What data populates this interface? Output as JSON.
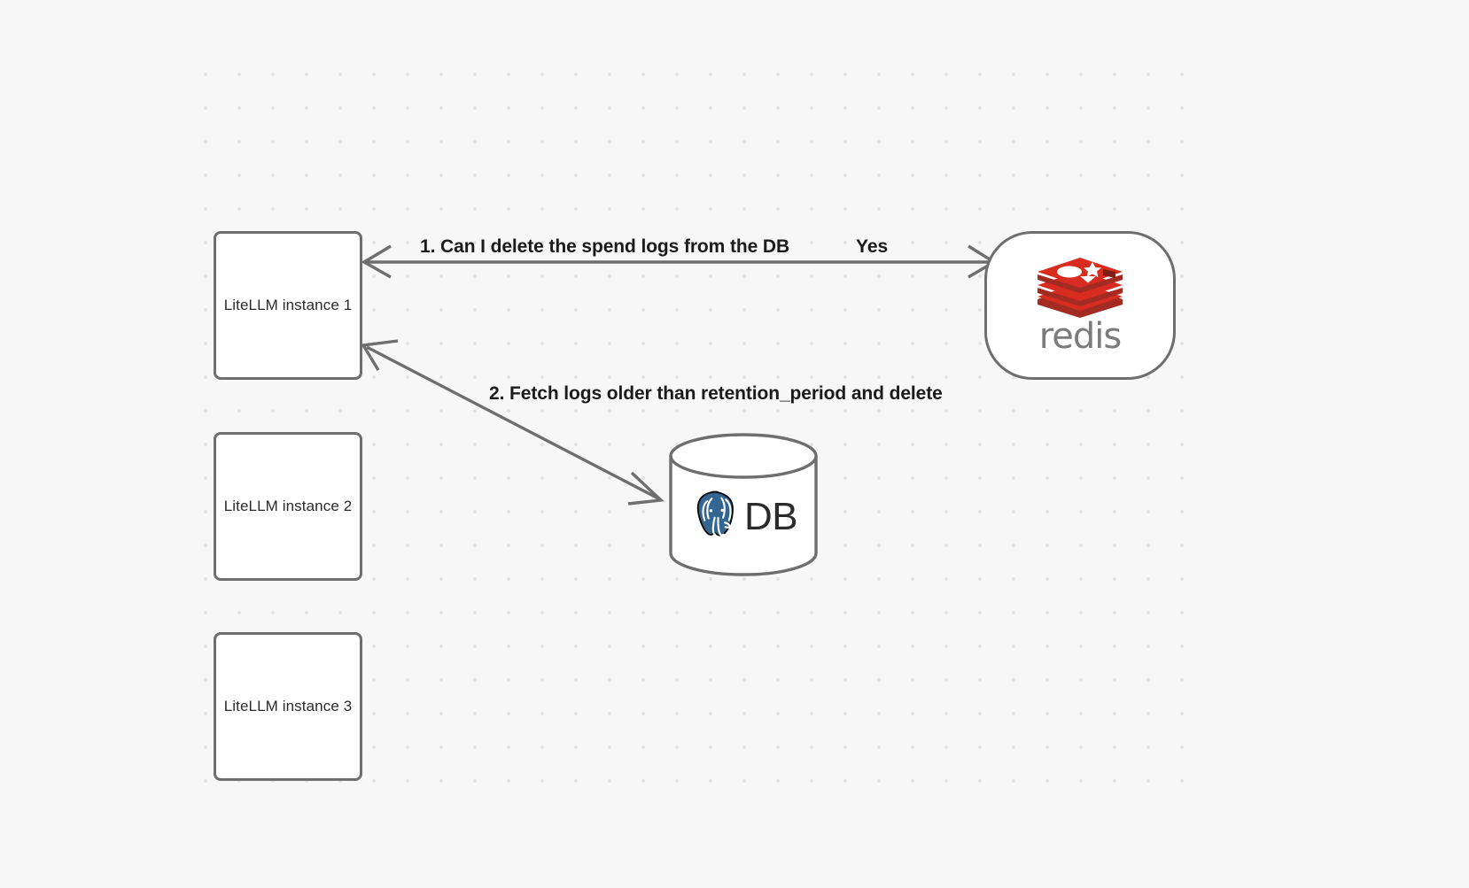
{
  "canvas": {
    "background_color": "#f7f7f7",
    "grid_dot_color": "#e3e3e4"
  },
  "nodes": {
    "litellm_1": {
      "label": "LiteLLM instance 1"
    },
    "litellm_2": {
      "label": "LiteLLM instance 2"
    },
    "litellm_3": {
      "label": "LiteLLM instance 3"
    },
    "redis": {
      "wordmark": "redis",
      "logo_icon": "redis-stack-icon",
      "logo_color": "#d82c20",
      "wordmark_color": "#7b7b7b"
    },
    "database": {
      "label": "DB",
      "logo_icon": "postgresql-elephant-icon",
      "logo_color": "#336791",
      "shape": "cylinder"
    }
  },
  "edges": [
    {
      "id": "edge-1",
      "from": "litellm_1",
      "to": "redis",
      "label": "1.  Can I delete the spend logs from the DB",
      "reply_label": "Yes",
      "direction": "bidirectional"
    },
    {
      "id": "edge-2",
      "from": "litellm_1",
      "to": "database",
      "label": "2.  Fetch logs older than retention_period and delete",
      "direction": "bidirectional"
    }
  ],
  "stroke": {
    "edge_color": "#6e6e6e",
    "node_border_color": "#6e6e6e"
  }
}
